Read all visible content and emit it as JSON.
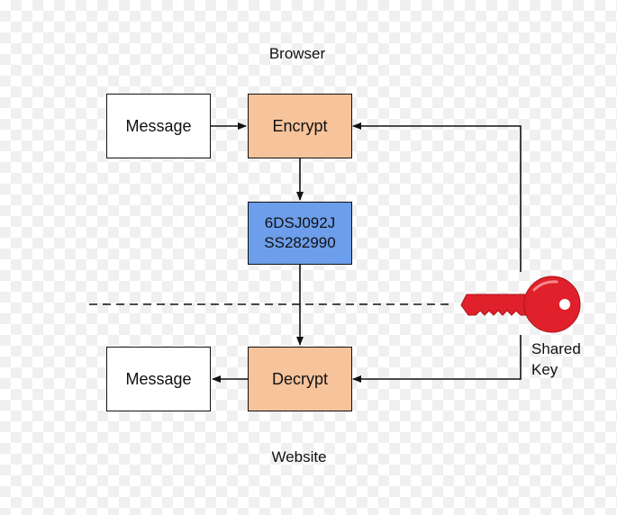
{
  "header": {
    "title": "Browser"
  },
  "footer": {
    "title": "Website"
  },
  "nodes": {
    "message_top": "Message",
    "encrypt": "Encrypt",
    "ciphertext": {
      "line1": "6DSJ092J",
      "line2": "SS282990"
    },
    "message_bottom": "Message",
    "decrypt": "Decrypt"
  },
  "key": {
    "label_line1": "Shared",
    "label_line2": "Key"
  },
  "colors": {
    "encrypt_fill": "#f6c39b",
    "ciphertext_fill": "#6d9eeb",
    "key_fill": "#e0202a",
    "line": "#111111"
  }
}
